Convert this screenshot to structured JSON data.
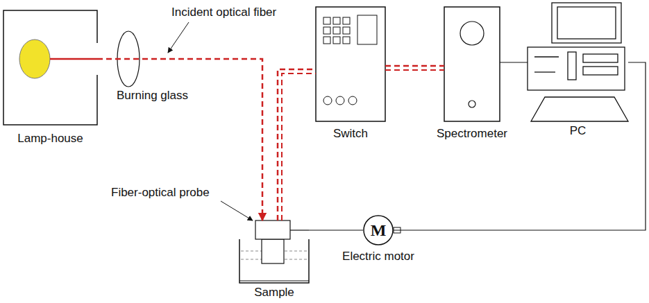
{
  "diagram": {
    "nodes": [
      {
        "text": [
          "Lamp-house"
        ]
      },
      {
        "text": [
          "Switch"
        ]
      },
      {
        "text": [
          "Spectrometer"
        ]
      },
      {
        "text": [
          "PC"
        ]
      },
      {
        "text": [
          "Sample"
        ]
      },
      {
        "text": [
          "M",
          "Electric motor"
        ]
      }
    ],
    "edges": [
      {
        "from": 0,
        "to": 4,
        "arrow": "to"
      },
      {
        "from": 4,
        "to": 1,
        "arrow": "none"
      },
      {
        "from": 1,
        "to": 2,
        "arrow": "none"
      },
      {
        "from": 2,
        "to": 3,
        "arrow": "none"
      },
      {
        "from": 4,
        "to": 5,
        "arrow": "none"
      },
      {
        "from": 5,
        "to": 3,
        "arrow": "none"
      }
    ],
    "labels": [
      "Incident optical fiber",
      "Burning glass",
      "Fiber-optical probe"
    ]
  }
}
